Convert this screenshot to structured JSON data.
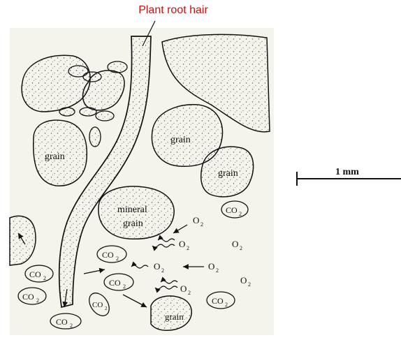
{
  "diagram": {
    "title": "Plant root hair",
    "grain_labels": [
      "grain",
      "grain",
      "grain",
      "grain"
    ],
    "mineral_grain_label": [
      "mineral",
      "grain"
    ],
    "o2_label": "O",
    "o2_subscript": "2",
    "co2_label": "CO",
    "co2_subscript": "2",
    "scale_bar_label": "1 mm"
  },
  "colors": {
    "title": "#cc1111",
    "ink": "#111111",
    "background": "#f4f3ec"
  }
}
